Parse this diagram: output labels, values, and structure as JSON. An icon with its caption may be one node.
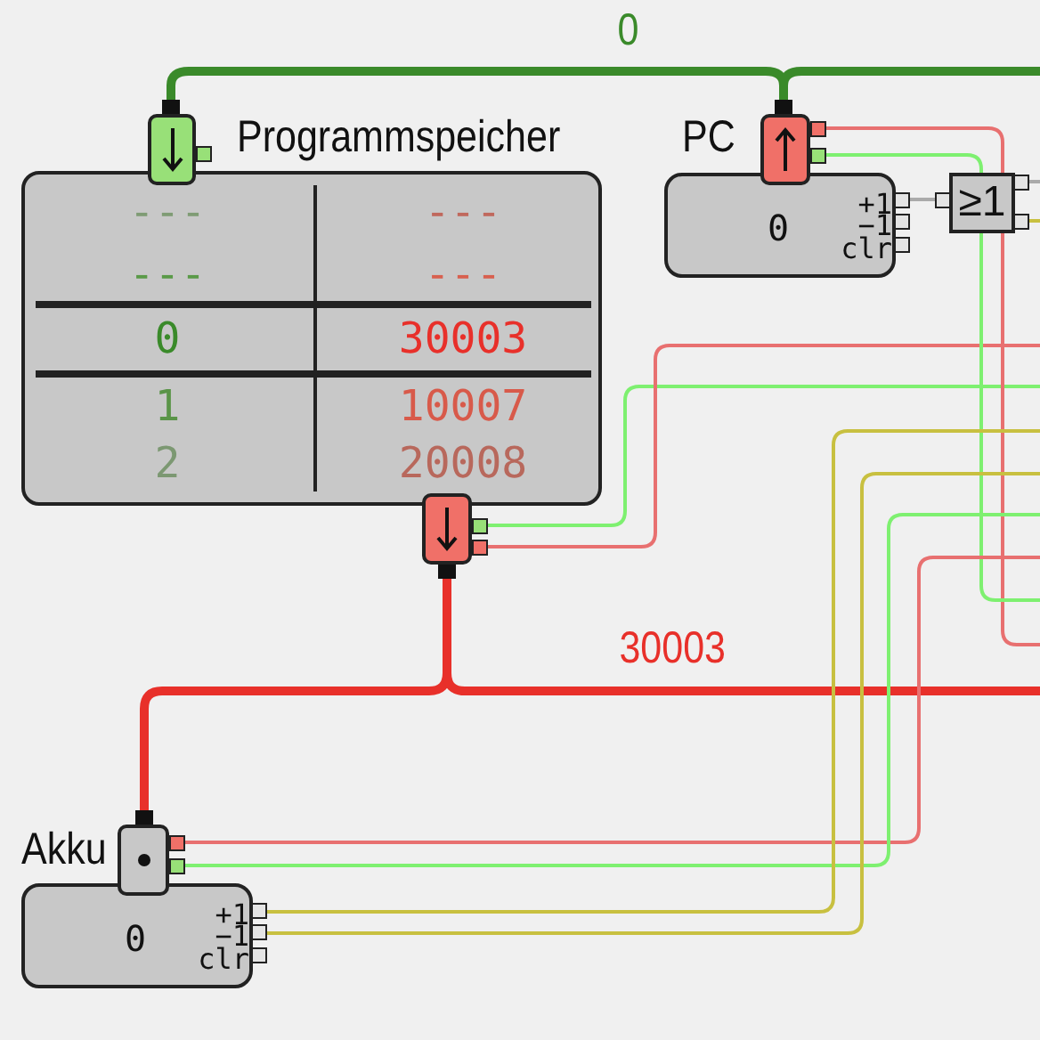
{
  "diagram": {
    "nodes": [
      {
        "text": [
          "---",
          "---",
          "---",
          "---",
          "0",
          "30003",
          "1",
          "10007",
          "2",
          "20008"
        ],
        "beside": [
          "Programmspeicher"
        ]
      },
      {
        "text": [],
        "shape": "box"
      },
      {
        "text": [],
        "shape": "box"
      },
      {
        "text": [
          "0",
          "+1",
          "−1",
          "clr"
        ],
        "beside": [
          "PC"
        ]
      },
      {
        "text": [],
        "shape": "box"
      },
      {
        "text": [
          "≥1"
        ]
      },
      {
        "text": [
          "0",
          "+1",
          "−1",
          "clr"
        ],
        "beside": [
          "Akku"
        ]
      },
      {
        "text": [],
        "shape": "box"
      }
    ],
    "edges": [
      {
        "from": 4,
        "to": 1,
        "arrow": "none",
        "label": "0",
        "style": "thick",
        "color": "#3a8a2a"
      },
      {
        "from": null,
        "to": 4,
        "arrow": "none",
        "style": "thick",
        "color": "#3a8a2a"
      },
      {
        "from": 2,
        "to": 7,
        "arrow": "none",
        "style": "thick",
        "color": "#e8302a"
      },
      {
        "from": 2,
        "to": null,
        "arrow": "none",
        "label": "30003",
        "style": "thick",
        "color": "#e8302a"
      },
      {
        "from": 2,
        "to": null,
        "arrow": "none",
        "color": "#7ef070"
      },
      {
        "from": 2,
        "to": null,
        "arrow": "none",
        "color": "#e87070"
      },
      {
        "from": 4,
        "to": null,
        "arrow": "none",
        "color": "#e87070"
      },
      {
        "from": 4,
        "to": null,
        "arrow": "none",
        "color": "#7ef070"
      },
      {
        "from": 3,
        "to": 5,
        "arrow": "none",
        "color": "#aaaaaa"
      },
      {
        "from": 5,
        "to": null,
        "arrow": "none",
        "color": "#aaaaaa"
      },
      {
        "from": 5,
        "to": null,
        "arrow": "none",
        "color": "#c8c040"
      },
      {
        "from": 7,
        "to": null,
        "arrow": "none",
        "color": "#e87070"
      },
      {
        "from": 7,
        "to": null,
        "arrow": "none",
        "color": "#7ef070"
      },
      {
        "from": 6,
        "to": null,
        "arrow": "none",
        "color": "#c8c040"
      },
      {
        "from": 6,
        "to": null,
        "arrow": "none",
        "color": "#c8c040"
      }
    ]
  }
}
